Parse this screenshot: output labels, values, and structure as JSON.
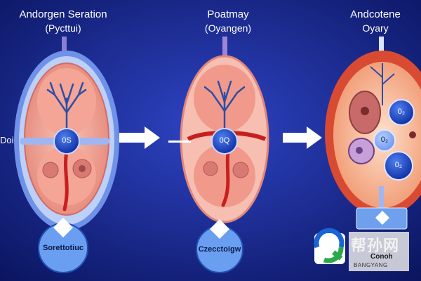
{
  "panels": [
    {
      "title": "Andorgen Seration",
      "subtitle": "(Pycttui)",
      "node": "0S",
      "bottom": "Sorettotiuc"
    },
    {
      "title": "Poatmay",
      "subtitle": "(Oyangen)",
      "node": "0Q",
      "bottom": "Czecctoigw"
    },
    {
      "title": "Andcotene",
      "subtitle": "Oyary",
      "nodes": [
        "0₂",
        "0₂",
        "0₂"
      ]
    }
  ],
  "side_label": "Doi",
  "watermark": {
    "text": "帮孙网",
    "sub": "Conoh",
    "bottom": "BANGYANG"
  },
  "colors": {
    "background_center": "#2e44c4",
    "background_edge": "#0a145e",
    "arrow": "#ffffff",
    "vessel_blue": "#2d4fa6",
    "vessel_red": "#c71f1f"
  }
}
